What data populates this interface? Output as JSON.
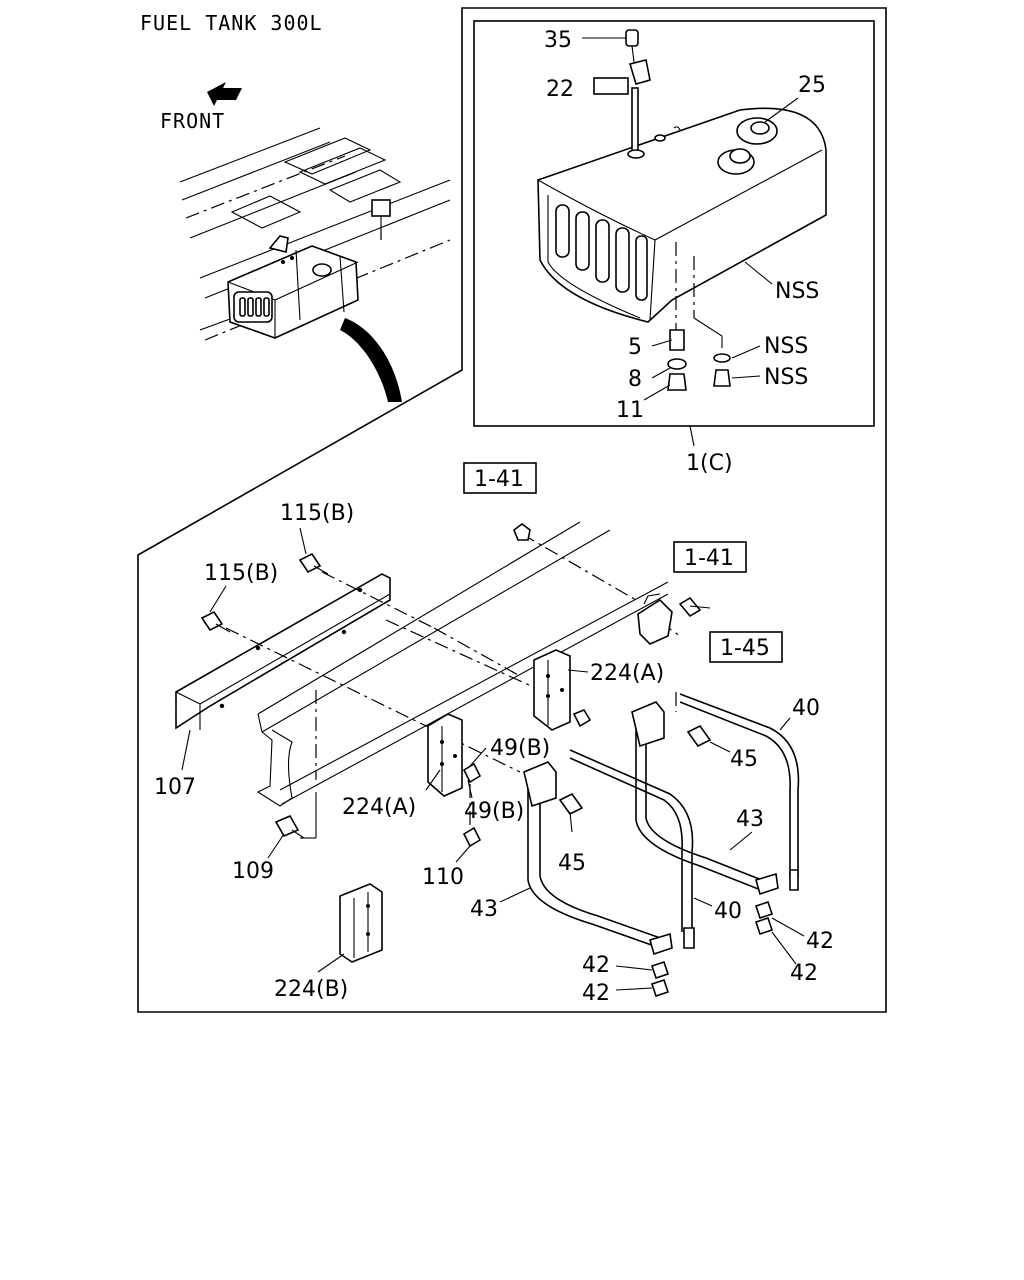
{
  "title": "FUEL TANK 300L",
  "front_label": "FRONT",
  "inset_assembly_label": "1(C)",
  "refs": [
    "1-41",
    "1-41",
    "1-45"
  ],
  "callouts": {
    "c35": "35",
    "c22": "22",
    "c25": "25",
    "c_nss_tank": "NSS",
    "c5": "5",
    "c8": "8",
    "c11": "11",
    "c_nss_washer": "NSS",
    "c_nss_plug": "NSS",
    "c115b_top": "115(B)",
    "c115b_left": "115(B)",
    "c224a_top": "224(A)",
    "c224a_mid": "224(A)",
    "c40_top": "40",
    "c40_bottom": "40",
    "c45_top": "45",
    "c45_mid": "45",
    "c49b_top": "49(B)",
    "c49b_mid": "49(B)",
    "c43_right": "43",
    "c43_left": "43",
    "c107": "107",
    "c109": "109",
    "c110": "110",
    "c224b": "224(B)",
    "c42_a": "42",
    "c42_b": "42",
    "c42_c": "42",
    "c42_d": "42"
  }
}
